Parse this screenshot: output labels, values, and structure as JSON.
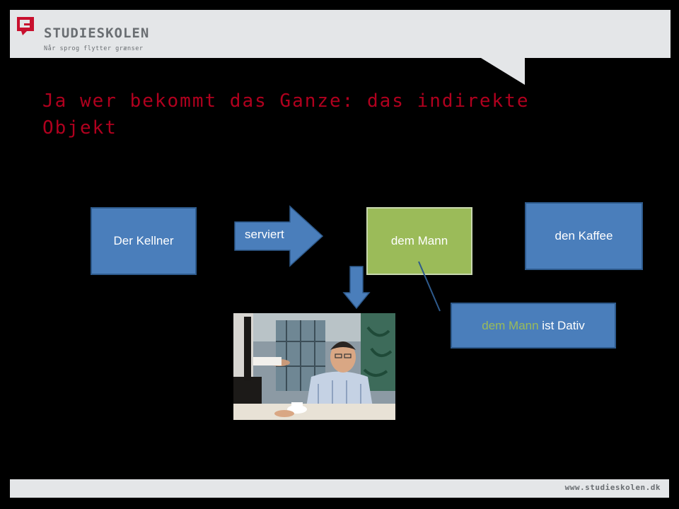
{
  "header": {
    "logo_name": "STUDIESKOLEN",
    "tagline": "Når sprog flytter grænser"
  },
  "slide": {
    "title": "Ja wer bekommt das Ganze: das indirekte Objekt",
    "subject_box": "Der Kellner",
    "verb_arrow": "serviert",
    "indirect_object_box": "dem Mann",
    "direct_object_box": "den Kaffee",
    "note": {
      "highlight": "dem Mann",
      "rest": " ist Dativ"
    },
    "photo_icon": "waiter-serving-coffee-photo"
  },
  "footer": {
    "url": "www.studieskolen.dk"
  },
  "colors": {
    "title": "#b0001e",
    "box_blue": "#4a7ebb",
    "box_green": "#9bbb59",
    "bar_gray": "#e4e6e8"
  }
}
